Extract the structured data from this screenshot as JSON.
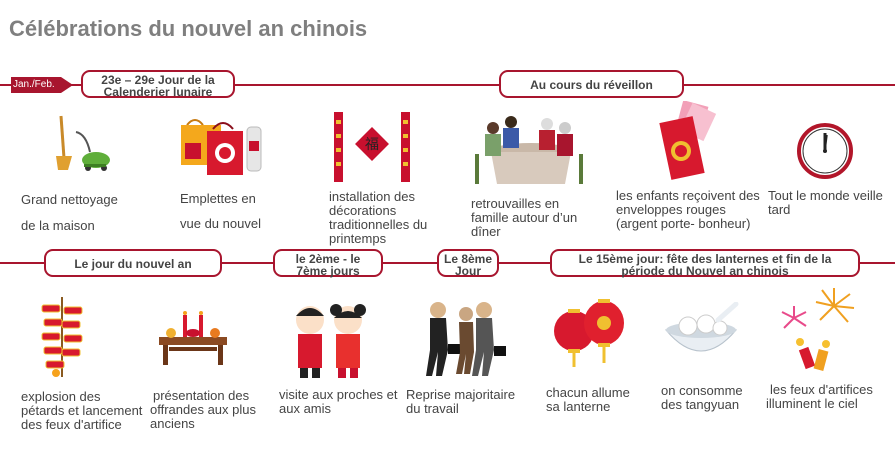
{
  "title": "Célébrations du nouvel an chinois",
  "tag": "Jan./Feb.",
  "headers": {
    "lunar": "23e – 29e Jour de la Calenderier lunaire",
    "eve": "Au cours du réveillon",
    "newyear": "Le jour du nouvel an",
    "day2to7": "le 2ème - le 7ème jours",
    "day8": "Le 8ème Jour",
    "day15": "Le 15ème jour: fête des lanternes et fin de la période du Nouvel an chinois"
  },
  "row1": [
    {
      "caption_a": "Grand nettoyage",
      "caption_b": "de la maison",
      "icon": "vacuum-broom-icon"
    },
    {
      "caption_a": "Emplettes en",
      "caption_b": "vue du nouvel",
      "icon": "shopping-bags-icon"
    },
    {
      "caption": "installation des décorations traditionnelles du printemps",
      "icon": "couplets-icon"
    },
    {
      "caption": "retrouvailles en famille autour d’un dîner",
      "icon": "family-dinner-icon"
    },
    {
      "caption": "les enfants reçoivent des enveloppes rouges (argent porte- bonheur)",
      "icon": "red-envelope-icon"
    },
    {
      "caption": "Tout le monde veille tard",
      "icon": "clock-icon"
    }
  ],
  "row2": [
    {
      "caption": "explosion des pétards et lancement des feux d'artifice",
      "icon": "firecrackers-icon"
    },
    {
      "caption": "présentation des offrandes aux plus anciens",
      "icon": "offering-table-icon"
    },
    {
      "caption": "visite aux proches et aux amis",
      "icon": "children-greeting-icon"
    },
    {
      "caption": "Reprise majoritaire du travail",
      "icon": "businessmen-icon"
    },
    {
      "caption": "chacun allume sa lanterne",
      "icon": "lanterns-icon"
    },
    {
      "caption": "on consomme des tangyuan",
      "icon": "tangyuan-bowl-icon"
    },
    {
      "caption": "les feux d'artifices illuminent le ciel",
      "icon": "fireworks-icon"
    }
  ]
}
